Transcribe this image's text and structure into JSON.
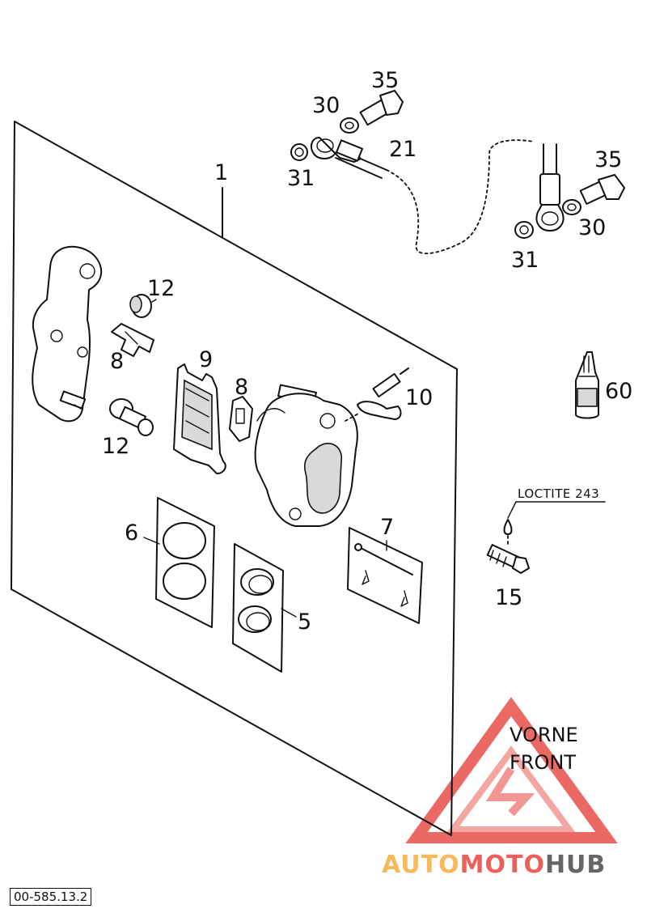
{
  "callouts": {
    "c1": "1",
    "c5": "5",
    "c6": "6",
    "c7": "7",
    "c8a": "8",
    "c8b": "8",
    "c9": "9",
    "c10": "10",
    "c12a": "12",
    "c12b": "12",
    "c15": "15",
    "c21": "21",
    "c30a": "30",
    "c30b": "30",
    "c31a": "31",
    "c31b": "31",
    "c35a": "35",
    "c35b": "35",
    "c60": "60"
  },
  "loctite_label": "LOCTITE 243",
  "front_marker": {
    "line1": "VORNE",
    "line2": "FRONT"
  },
  "document_code": "00-585.13.2",
  "watermark": {
    "part1": "AUTO",
    "part2": "MOTO",
    "part3": "HUB",
    "color_primary": "#e8504a",
    "color_secondary": "#f6b24a",
    "color_dark": "#555555"
  }
}
